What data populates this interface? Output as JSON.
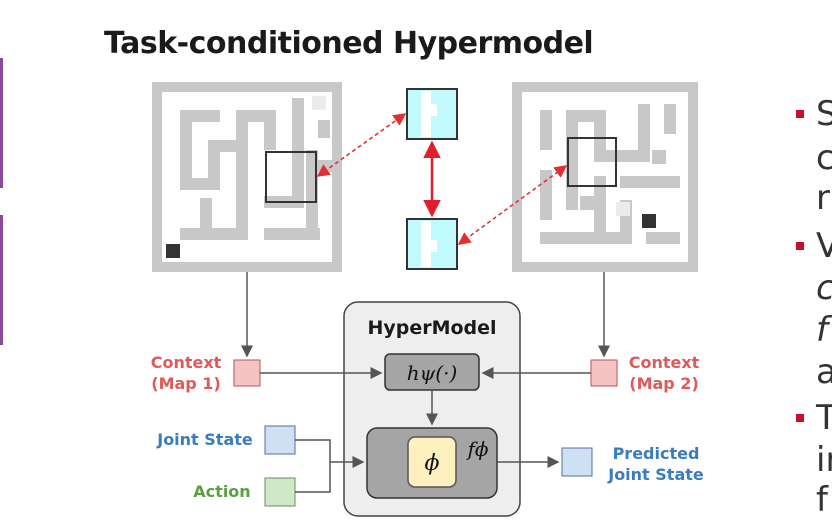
{
  "title": "Task-conditioned Hypermodel",
  "hypermodel_label": "HyperModel",
  "hypernet_label": "hψ(·)",
  "param_label": "ϕ",
  "model_label": "fϕ",
  "context_left": [
    "Context",
    "(Map 1)"
  ],
  "context_right": [
    "Context",
    "(Map 2)"
  ],
  "joint_state_label": "Joint State",
  "action_label": "Action",
  "predicted_label": [
    "Predicted",
    "Joint State"
  ],
  "right_text_fragments": {
    "b1": [
      "S",
      "c",
      "r"
    ],
    "b2": [
      "V",
      "c",
      "f",
      "a"
    ],
    "b3": [
      "T",
      "ir",
      "f"
    ]
  },
  "colors": {
    "context_red": "#e05a5a",
    "context_fill": "#f4c4c4",
    "joint_blue": "#3a7cc0",
    "joint_fill": "#cfe0f2",
    "action_green": "#5aa040",
    "action_fill": "#cfe8c8",
    "param_fill": "#fff0c0",
    "dashed_red": "#e03030",
    "bullet_red": "#c8102e"
  }
}
